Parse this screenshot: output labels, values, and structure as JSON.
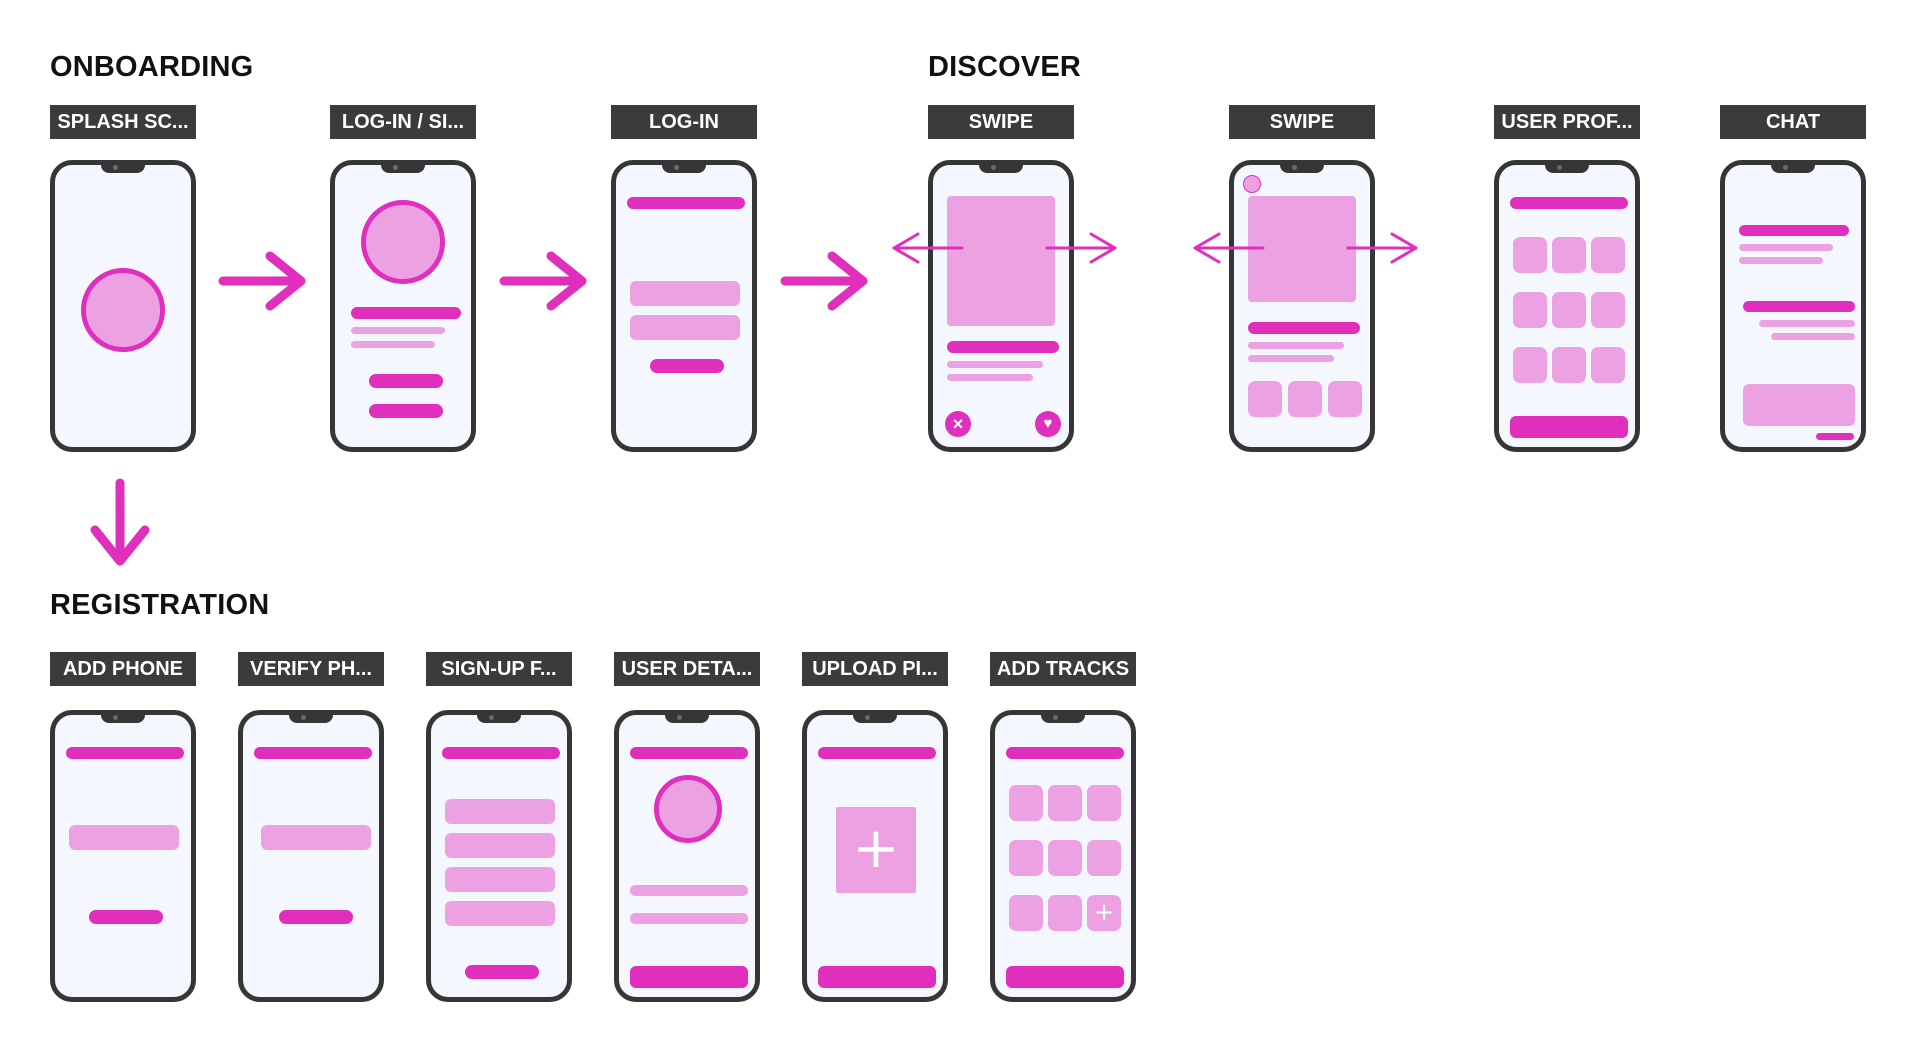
{
  "sections": {
    "onboarding": "ONBOARDING",
    "discover": "DISCOVER",
    "registration": "REGISTRATION"
  },
  "screens": {
    "splash": "SPLASH SC...",
    "login_signup": "LOG-IN / SI...",
    "login": "LOG-IN",
    "swipe_1": "SWIPE",
    "swipe_2": "SWIPE",
    "user_profile": "USER PROF...",
    "chat": "CHAT",
    "add_phone": "ADD PHONE",
    "verify_phone": "VERIFY PH...",
    "signup_form": "SIGN-UP F...",
    "user_details": "USER DETA...",
    "upload_pictures": "UPLOAD PI...",
    "add_tracks": "ADD TRACKS"
  },
  "icons": {
    "dislike": "×",
    "like": "♥",
    "plus": "+"
  },
  "colors": {
    "accent": "#e02fbd",
    "accent_light": "#eca2e2",
    "phone_frame": "#363636",
    "phone_screen": "#f4f8fe",
    "label_bg": "#3b3b3b"
  }
}
